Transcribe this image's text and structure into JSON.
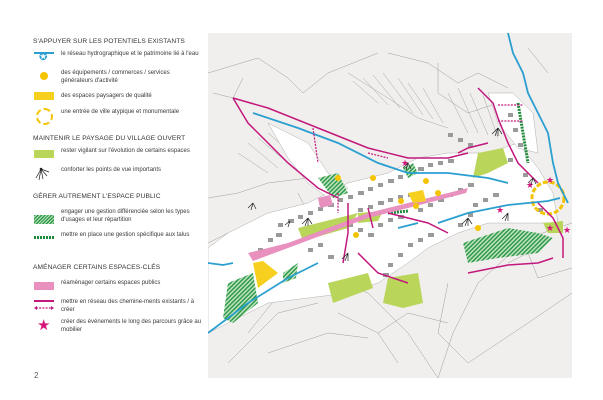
{
  "page_number": "2",
  "colors": {
    "water": "#2a9fd0",
    "heritage_yellow": "#f5c400",
    "landscape_yellow": "#f7cf1e",
    "light_green": "#b9d55a",
    "hatch_green": "#2e9a4a",
    "talus_green": "#1f8a3b",
    "pink": "#e891bf",
    "magenta": "#c2187d",
    "map_background": "#f1efed",
    "buildings": "#9a9a9a"
  },
  "legend": {
    "sections": [
      {
        "title": "S'APPUYER SUR LES POTENTIELS EXISTANTS",
        "items": [
          {
            "icon": "water-line-star-icon",
            "label": "le réseau hydrographique et le patrimoine lié à l'eau"
          },
          {
            "icon": "yellow-dot-icon",
            "label": "des équipements / commerces / services générateurs d'activité"
          },
          {
            "icon": "yellow-rect-icon",
            "label": "des espaces paysagers de qualité"
          },
          {
            "icon": "dashed-circle-icon",
            "label": "une entrée de ville atypique et monumentale"
          }
        ]
      },
      {
        "title": "MAINTENIR LE PAYSAGE DU VILLAGE OUVERT",
        "items": [
          {
            "icon": "light-green-rect-icon",
            "label": "rester vigilant sur l'évolution de certains espaces"
          },
          {
            "icon": "viewpoint-icon",
            "label": "conforter les points de vue importants"
          }
        ]
      },
      {
        "title": "GÉRER AUTREMENT L'ESPACE PUBLIC",
        "items": [
          {
            "icon": "green-hatch-icon",
            "label": "engager une gestion différenciée selon les types d'usages et leur répartition"
          },
          {
            "icon": "green-dash-icon",
            "label": "mettre en place une gestion spécifique aux talus"
          }
        ]
      },
      {
        "title": "AMÉNAGER CERTAINS ESPACES-CLÉS",
        "items": [
          {
            "icon": "pink-rect-icon",
            "label": "réaménager certains espaces publics"
          },
          {
            "icon": "path-network-icon",
            "label": "mettre en réseau des chemine-ments existants / à créer"
          },
          {
            "icon": "magenta-star-icon",
            "label": "créer des événements le long des parcours grâce au mobilier"
          }
        ]
      }
    ]
  },
  "map": {
    "description": "Plan du village: parcellaire, bâti, réseau hydrographique, cheminements et espaces paysagers"
  }
}
